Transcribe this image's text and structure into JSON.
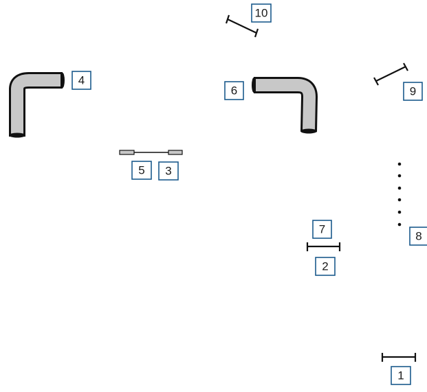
{
  "colors": {
    "callout_border": "#1b5a8c",
    "part_outline": "#111111",
    "part_fill": "#c8c8c8"
  },
  "parts": [
    {
      "id": "elbow-left",
      "icon": "elbow-pipe-icon",
      "callout": "4"
    },
    {
      "id": "elbow-center",
      "icon": "elbow-pipe-icon",
      "callout": "6"
    },
    {
      "id": "rod-long",
      "icon": "rod-with-end-caps-icon",
      "callouts": [
        "5",
        "3"
      ]
    },
    {
      "id": "pin-diagonal-top",
      "icon": "pin-icon",
      "callout": "10"
    },
    {
      "id": "pin-diagonal-right",
      "icon": "pin-icon",
      "callout": "9"
    },
    {
      "id": "dotted-row",
      "icon": "dotted-line-icon",
      "callout": "8"
    },
    {
      "id": "pin-horizontal-mid",
      "icon": "pin-icon",
      "callouts": [
        "7",
        "2"
      ]
    },
    {
      "id": "pin-horizontal-bottom",
      "icon": "pin-icon",
      "callout": "1"
    }
  ],
  "callouts": {
    "c1": "1",
    "c2": "2",
    "c3": "3",
    "c4": "4",
    "c5": "5",
    "c6": "6",
    "c7": "7",
    "c8": "8",
    "c9": "9",
    "c10": "10"
  }
}
